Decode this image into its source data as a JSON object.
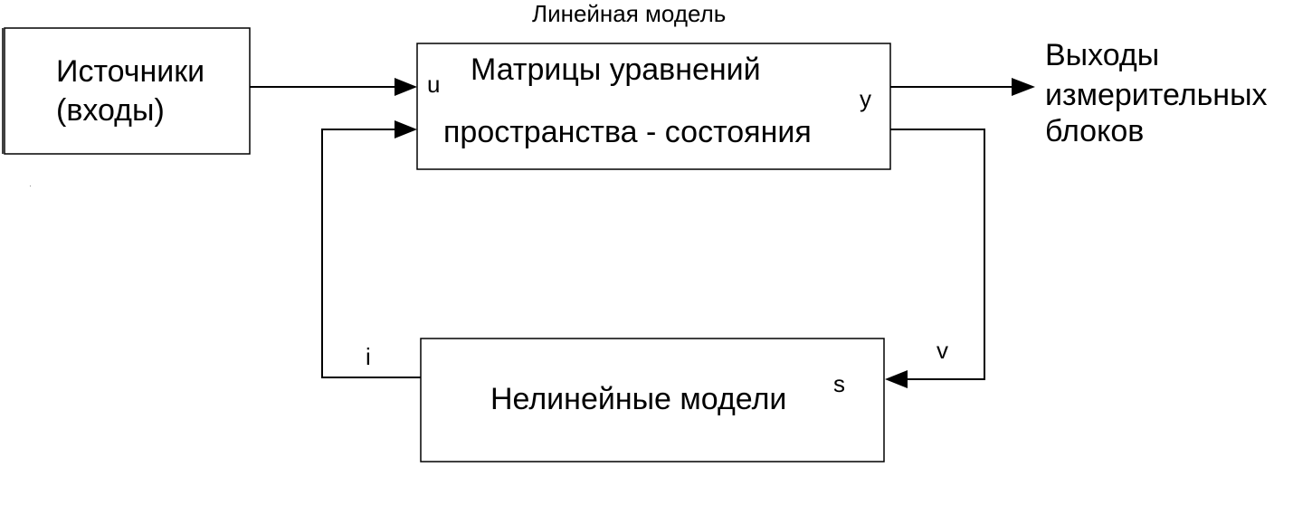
{
  "diagram": {
    "title": "Линейная модель",
    "sources_box": {
      "line1": "Источники",
      "line2": "(входы)"
    },
    "linear_box": {
      "line1": "Матрицы уравнений",
      "line2": "пространства - состояния",
      "port_in": "u",
      "port_out": "y"
    },
    "outputs": {
      "line1": "Выходы",
      "line2": "измерительных",
      "line3": "блоков"
    },
    "nonlinear_box": {
      "label": "Нелинейные модели",
      "port_in": "s",
      "port_out": "i"
    },
    "feedback_label": "v"
  }
}
